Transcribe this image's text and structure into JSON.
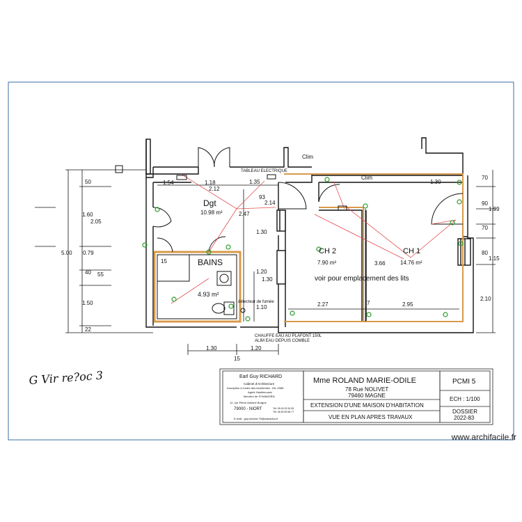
{
  "labels": {
    "clim_top": "Clim",
    "clim_inner": "Clim",
    "tableau": "TABLEAU ELECTRIQUE",
    "dgt_name": "Dgt",
    "dgt_area": "10.98 m²",
    "bains_name": "BAINS",
    "bains_area": "4.93 m²",
    "ch2_name": "CH 2",
    "ch2_area": "7.90 m²",
    "ch1_name": "CH 1",
    "ch1_area": "14.76 m²",
    "lits_note": "voir pour emplacement des lits",
    "detecteur": "détecteur de fumée",
    "chauffe_line1": "CHAUFFE EAU AU PLAFONT 150L",
    "chauffe_line2": "ALIM EAU DEPUIS COMBLE",
    "signature": "G Vir re?oc 3",
    "watermark": "www.archifacile.fr"
  },
  "dims": {
    "d_154": "1.54",
    "d_118": "1.18",
    "d_212": "2.12",
    "d_135": "1.35",
    "d_93": "93",
    "d_214": "2.14",
    "d_247": "2.47",
    "d_130_a": "1.30",
    "d_120_a": "1.20",
    "d_130_b": "1.30",
    "d_110": "1.10",
    "d_227": "2.27",
    "d_7": "7",
    "d_295": "2.95",
    "d_366": "3.66",
    "d_130_top": "1.30",
    "d_15_bain": "15",
    "left_50": "50",
    "left_160": "1.60",
    "left_205": "2.05",
    "left_500": "5.00",
    "left_079": "0.79",
    "left_40": "40",
    "left_55": "55",
    "left_150": "1.50",
    "left_22": "22",
    "right_70a": "70",
    "right_90": "90",
    "right_199": "1.99",
    "right_70b": "70",
    "right_80": "80",
    "right_115": "1.15",
    "right_210": "2.10",
    "bot_130": "1.30",
    "bot_120": "1.20",
    "bot_15": "15"
  },
  "cartouche": {
    "architect_name": "Earl   Guy   RICHARD",
    "architect_line1": "Cabinet d'Architecture",
    "architect_line2": "Inscription à l'ordre des Architectes : IDL 0085",
    "architect_line3": "Agréé Hautlimousin",
    "architect_line4": "Membre de SYNAMORN",
    "architect_line5": "12, rue Pierre Antoine Borgne",
    "architect_city": "79000 - NIORT",
    "architect_tel1": "Tél: 05 49 33 34 05",
    "architect_tel2": "Tél: 06 83 59 58 77",
    "architect_email": "E-mail : guy.richard.79@wanadoo.fr",
    "client": "Mme  ROLAND MARIE-ODILE",
    "address1": "78 Rue NOLIVET",
    "address2": "79460 MAGNE",
    "project": "EXTENSION D'UNE MAISON D'HABITATION",
    "view": "VUE EN PLAN APRES TRAVAUX",
    "pcmi": "PCMI 5",
    "echelle": "ECH : 1/100",
    "dossier": "DOSSIER",
    "dossier_year": "2022-83"
  },
  "colors": {
    "frame": "#3a6ea5",
    "wall_fill": "#d99a4a",
    "red_lines": "#e05050",
    "green_marks": "#2a9a2a"
  }
}
